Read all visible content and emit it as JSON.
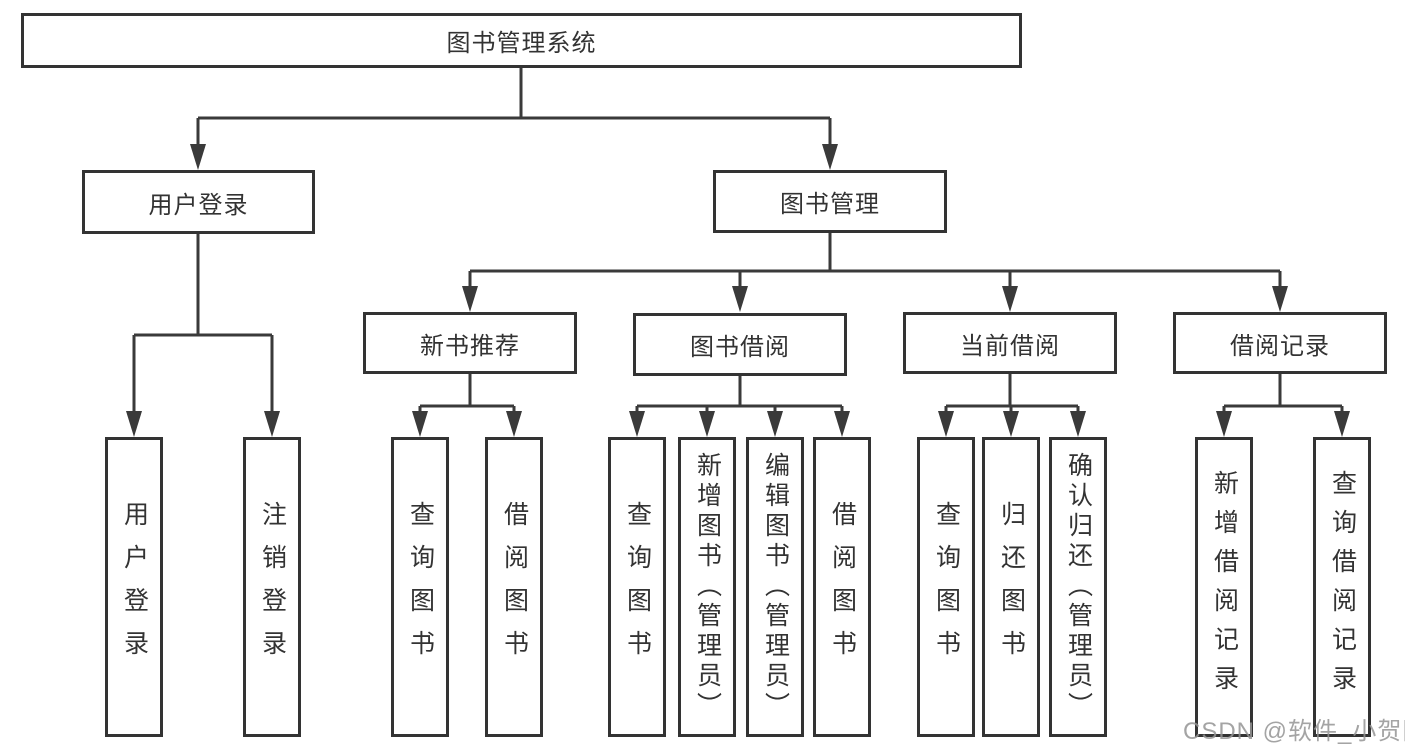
{
  "tree": {
    "root": "图书管理系统",
    "user": {
      "label": "用户登录",
      "leaves": [
        "用户登录",
        "注销登录"
      ]
    },
    "mgmt": {
      "label": "图书管理"
    },
    "groups": [
      {
        "label": "新书推荐",
        "leaves": [
          "查询图书",
          "借阅图书"
        ]
      },
      {
        "label": "图书借阅",
        "leaves": [
          "查询图书",
          "新增图书（管理员）",
          "编辑图书（管理员）",
          "借阅图书"
        ]
      },
      {
        "label": "当前借阅",
        "leaves": [
          "查询图书",
          "归还图书",
          "确认归还（管理员）"
        ]
      },
      {
        "label": "借阅记录",
        "leaves": [
          "新增借阅记录",
          "查询借阅记录"
        ]
      }
    ]
  },
  "watermark": {
    "text": "CSDN @软件_小贺同学"
  },
  "colors": {
    "line": "#3a3a3a",
    "border": "#333333",
    "text": "#333333",
    "watermark": "#949494"
  }
}
